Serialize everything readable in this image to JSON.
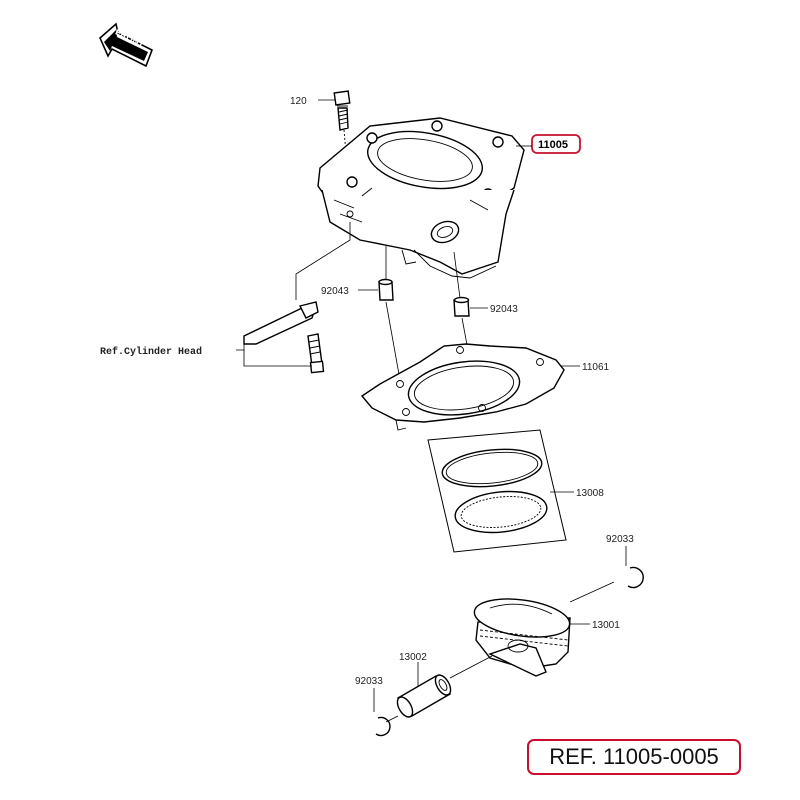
{
  "front_badge": "FRONT",
  "callouts": {
    "bolt": "120",
    "cylinder": "11005",
    "dowel_left": "92043",
    "dowel_right": "92043",
    "gasket": "11061",
    "ref_cylinder_head": "Ref.Cylinder Head",
    "rings": "13008",
    "circlip_right": "92033",
    "piston": "13001",
    "pin": "13002",
    "circlip_left": "92033"
  },
  "reference": "REF. 11005-0005",
  "colors": {
    "highlight": "#c8102e",
    "line": "#000000"
  }
}
